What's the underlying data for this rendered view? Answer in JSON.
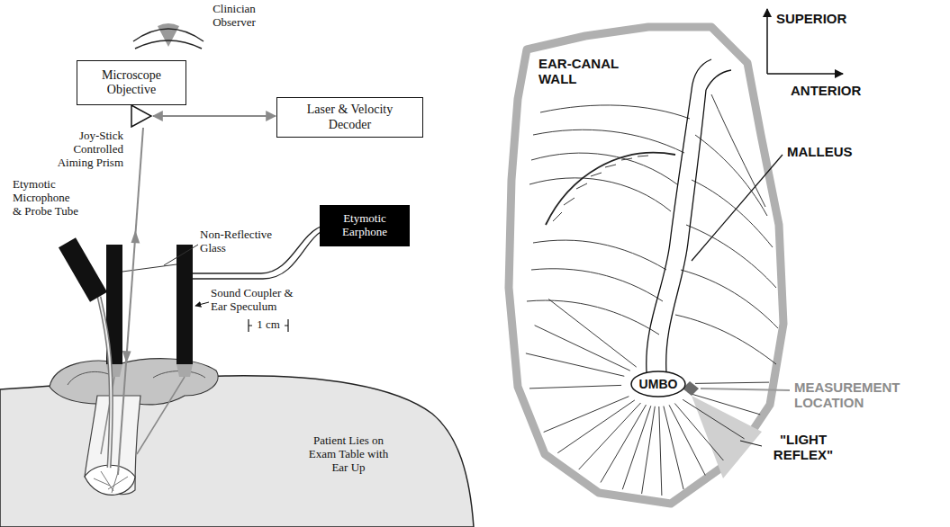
{
  "diagram": {
    "nodes": [
      {
        "text": [
          "Microscope Objective"
        ]
      },
      {
        "text": [
          "Joy-Stick Controlled Aiming Prism"
        ]
      },
      {
        "text": [
          "Laser & Velocity Decoder"
        ]
      },
      {
        "text": [
          "Etymotic Earphone"
        ]
      },
      {
        "text": [
          "UMBO"
        ]
      }
    ],
    "edges": [
      {
        "from": 1,
        "to": 2,
        "arrow": "both"
      }
    ],
    "labels": [
      "Clinician Observer",
      "Etymotic Microphone & Probe Tube",
      "Non-Reflective Glass",
      "Sound Coupler & Ear Speculum",
      "1 cm",
      "Patient Lies on Exam Table with Ear Up",
      "EAR-CANAL WALL",
      "SUPERIOR",
      "ANTERIOR",
      "MALLEUS",
      "MEASUREMENT LOCATION",
      "\"LIGHT REFLEX\""
    ]
  }
}
